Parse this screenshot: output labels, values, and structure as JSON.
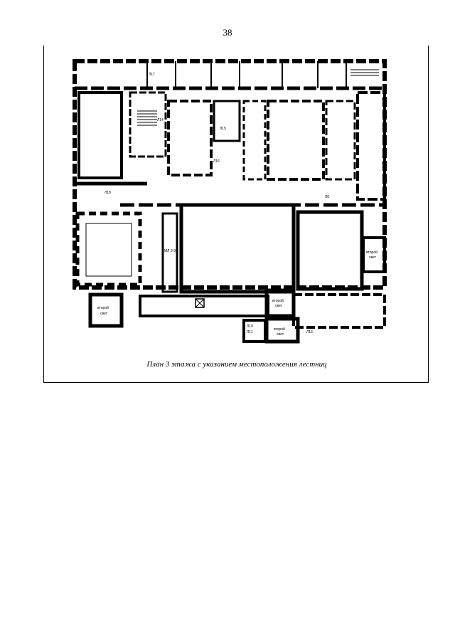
{
  "page": {
    "number": "38"
  },
  "figure": {
    "caption": "План 3 этажа с указанием местоположения лестниц"
  },
  "plan_labels": {
    "l17": "Л17",
    "l14": "Л14",
    "l15": "Л15",
    "l16": "Л16",
    "l18": "Л18",
    "l19": "Л19",
    "l11": "Л11",
    "l13": "Л13",
    "l6": "Л6",
    "ml": "МЛ 3-9",
    "second_light_left": [
      "второй",
      "свет"
    ],
    "second_light_center": [
      "второй",
      "свет"
    ],
    "second_light_bottom": [
      "второй",
      "свет"
    ],
    "second_light_right": [
      "второй",
      "свет"
    ]
  }
}
